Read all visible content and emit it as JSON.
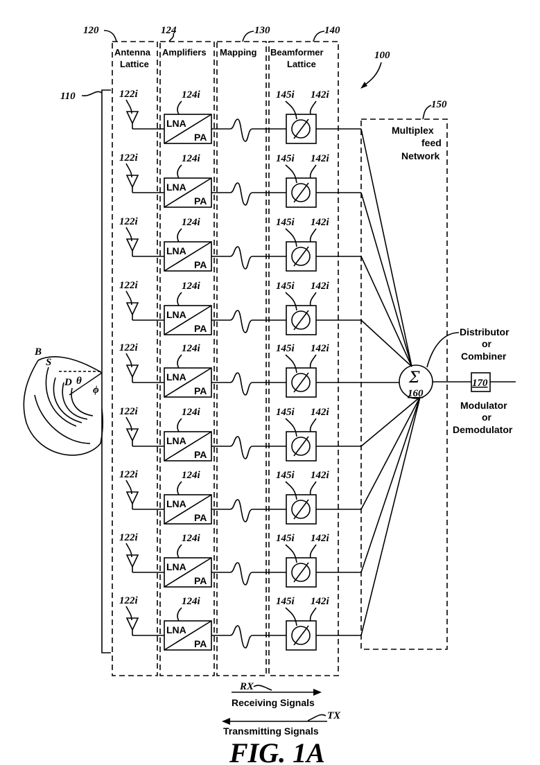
{
  "figure_label": "FIG. 1A",
  "system_ref": "100",
  "panel_ref": "110",
  "columns": [
    {
      "ref": "120",
      "label_line1": "Antenna",
      "label_line2": "Lattice"
    },
    {
      "ref": "124",
      "label_line1": "Amplifiers",
      "label_line2": ""
    },
    {
      "ref": "130",
      "label_line1": "Mapping",
      "label_line2": ""
    },
    {
      "ref": "140",
      "label_line1": "Beamformer",
      "label_line2": "Lattice"
    }
  ],
  "feed_network": {
    "ref": "150",
    "line1": "Multiplex",
    "line2": "feed",
    "line3": "Network"
  },
  "rows": [
    {
      "antenna_ref": "122i",
      "amp_ref": "124i",
      "amp_top": "LNA",
      "amp_bottom": "PA",
      "bf_ref_a": "145i",
      "bf_ref_b": "142i"
    },
    {
      "antenna_ref": "122i",
      "amp_ref": "124i",
      "amp_top": "LNA",
      "amp_bottom": "PA",
      "bf_ref_a": "145i",
      "bf_ref_b": "142i"
    },
    {
      "antenna_ref": "122i",
      "amp_ref": "124i",
      "amp_top": "LNA",
      "amp_bottom": "PA",
      "bf_ref_a": "145i",
      "bf_ref_b": "142i"
    },
    {
      "antenna_ref": "122i",
      "amp_ref": "124i",
      "amp_top": "LNA",
      "amp_bottom": "PA",
      "bf_ref_a": "145i",
      "bf_ref_b": "142i"
    },
    {
      "antenna_ref": "122i",
      "amp_ref": "124i",
      "amp_top": "LNA",
      "amp_bottom": "PA",
      "bf_ref_a": "145i",
      "bf_ref_b": "142i"
    },
    {
      "antenna_ref": "122i",
      "amp_ref": "124i",
      "amp_top": "LNA",
      "amp_bottom": "PA",
      "bf_ref_a": "145i",
      "bf_ref_b": "142i"
    },
    {
      "antenna_ref": "122i",
      "amp_ref": "124i",
      "amp_top": "LNA",
      "amp_bottom": "PA",
      "bf_ref_a": "145i",
      "bf_ref_b": "142i"
    },
    {
      "antenna_ref": "122i",
      "amp_ref": "124i",
      "amp_top": "LNA",
      "amp_bottom": "PA",
      "bf_ref_a": "145i",
      "bf_ref_b": "142i"
    },
    {
      "antenna_ref": "122i",
      "amp_ref": "124i",
      "amp_top": "LNA",
      "amp_bottom": "PA",
      "bf_ref_a": "145i",
      "bf_ref_b": "142i"
    }
  ],
  "combiner": {
    "symbol": "Σ",
    "ref": "160",
    "label_line1": "Distributor",
    "label_line2": "or",
    "label_line3": "Combiner"
  },
  "modulator": {
    "ref": "170",
    "label_line1": "Modulator",
    "label_line2": "or",
    "label_line3": "Demodulator"
  },
  "beam": {
    "b": "B",
    "s": "S",
    "d": "D",
    "theta": "θ",
    "phi": "ϕ"
  },
  "signals": {
    "rx_ref": "RX",
    "rx_label": "Receiving Signals",
    "tx_ref": "TX",
    "tx_label": "Transmitting Signals"
  }
}
